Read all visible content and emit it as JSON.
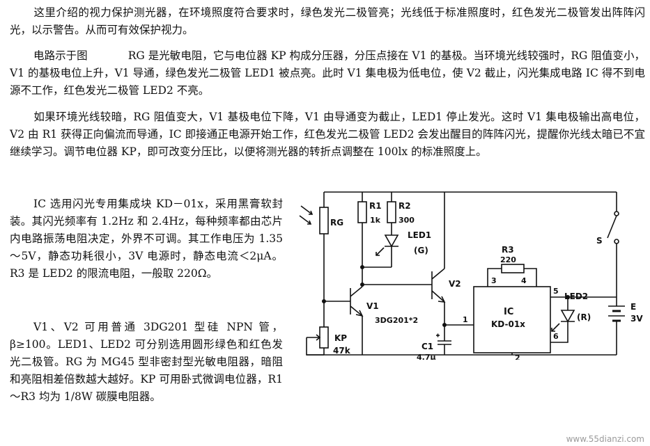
{
  "p1": "这里介绍的视力保护测光器，在环境照度符合要求时，绿色发光二极管亮；光线低于标准照度时，红色发光二极管发出阵阵闪光，以示警告。从而可有效保护视力。",
  "p2_head": "电路示于图",
  "p2_body": "RG 是光敏电阻，它与电位器 KP 构成分压器，分压点接在 V1 的基极。当环境光线较强时，RG 阻值变小，V1 的基极电位上升，V1 导通，绿色发光二极管 LED1 被点亮。此时 V1 集电极为低电位，使 V2 截止，闪光集成电路 IC 得不到电源不工作，红色发光二极管 LED2 不亮。",
  "p3": "如果环境光线较暗，RG 阻值变大，V1 基极电位下降，V1 由导通变为截止，LED1 停止发光。这时 V1 集电极输出高电位，V2 由 R1 获得正向偏流而导通，IC 即接通正电源开始工作，红色发光二极管 LED2 会发出醒目的阵阵闪光，提醒你光线太暗已不宜继续学习。调节电位器 KP，即可改变分压比，以便将测光器的转折点调整在 100lx 的标准照度上。",
  "p4": "IC 选用闪光专用集成块 KD－01x，采用黑膏软封装。其闪光频率有 1.2Hz 和 2.4Hz，每种频率都由芯片内电路振荡电阻决定，外界不可调。其工作电压为 1.35～5V，静态功耗很小，3V 电源时，静态电流＜2μA。R3 是 LED2 的限流电阻，一般取 220Ω。",
  "p5": "V1、V2 可用普通 3DG201 型硅 NPN 管，β≥100。LED1、LED2 可分别选用圆形绿色和红色发光二极管。RG 为 MG45 型非密封型光敏电阻器，暗阻和亮阻相差倍数越大越好。KP 可用卧式微调电位器，R1～R3 均为 1/8W 碳膜电阻器。",
  "circuit": {
    "rg": "RG",
    "r1": "R1",
    "r1_val": "1k",
    "r2": "R2",
    "r2_val": "300",
    "led1": "LED1",
    "led1_color": "(G)",
    "r3": "R3",
    "r3_val": "220",
    "v1": "V1",
    "v2": "V2",
    "transistor_type": "3DG201*2",
    "kp": "KP",
    "kp_val": "47k",
    "c1": "C1",
    "c1_val": "4.7μ",
    "ic": "IC",
    "ic_model": "KD-01x",
    "led2": "LED2",
    "led2_color": "(R)",
    "switch": "S",
    "battery": "E",
    "battery_val": "3V",
    "pins": [
      "1",
      "2",
      "3",
      "4",
      "5",
      "6"
    ]
  },
  "watermark": "www.55dianzi.com"
}
